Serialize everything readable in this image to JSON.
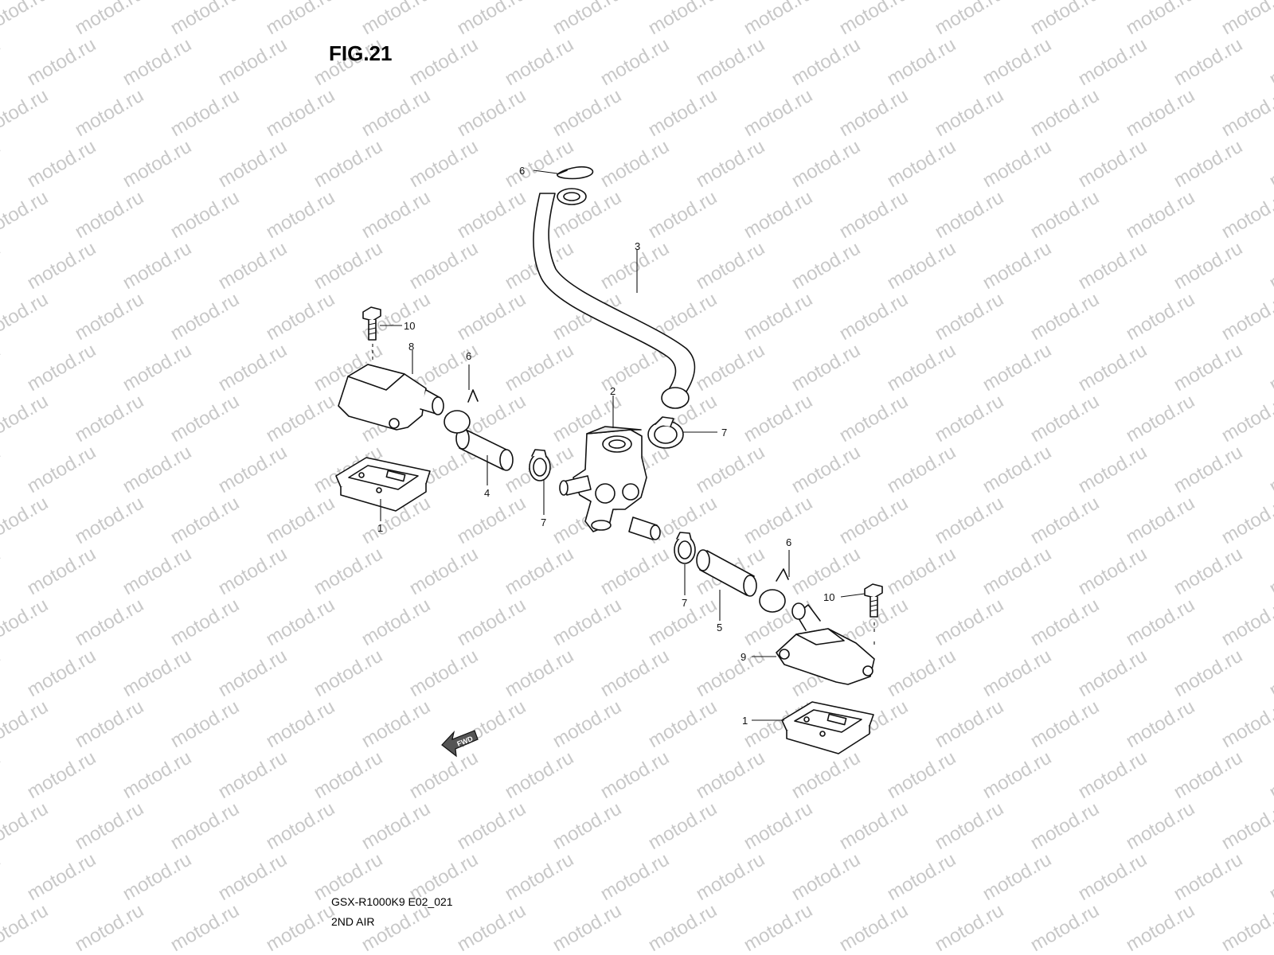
{
  "figure": {
    "title": "FIG.21",
    "model_code": "GSX-R1000K9 E02_021",
    "section": "2ND AIR"
  },
  "watermark": "motod.ru",
  "fwd_badge": "FWD",
  "callouts": {
    "c6_top": "6",
    "c3": "3",
    "c10_left": "10",
    "c8": "8",
    "c6_left": "6",
    "c2": "2",
    "c7_right": "7",
    "c1_left": "1",
    "c4": "4",
    "c7_mid": "7",
    "c6_right": "6",
    "c10_right": "10",
    "c7_low": "7",
    "c5": "5",
    "c9": "9",
    "c1_right": "1"
  },
  "colors": {
    "line": "#111111",
    "watermark": "#c8c8c8",
    "background": "#ffffff"
  }
}
